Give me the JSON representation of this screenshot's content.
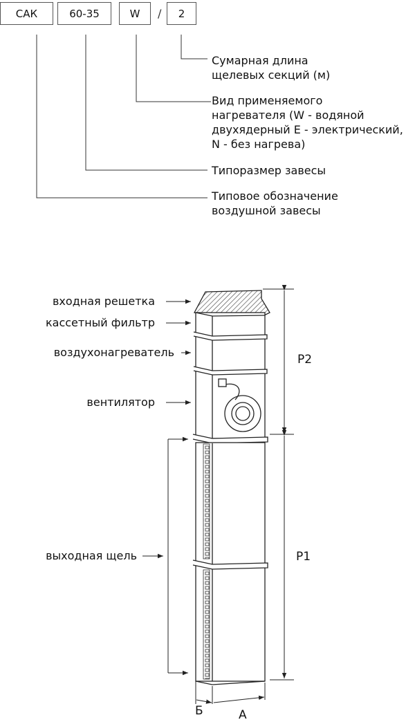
{
  "code": {
    "parts": [
      "САК",
      "60-35",
      "W",
      "2"
    ],
    "separator": "/"
  },
  "descriptions": [
    "Сумарная длина\nщелевых секций (м)",
    "Вид применяемого\nнагревателя (W - водяной\nдвухядерный E - электрический,\nN - без нагрева)",
    "Типоразмер завесы",
    "Типовое обозначение\nвоздушной завесы"
  ],
  "parts": {
    "inlet_grille": "входная решетка",
    "cassette_filter": "кассетный фильтр",
    "air_heater": "воздухонагреватель",
    "fan": "вентилятор",
    "outlet_slot": "выходная щель"
  },
  "dimensions": {
    "p2": "Р2",
    "p1": "Р1",
    "b": "Б",
    "a": "А"
  },
  "colors": {
    "line": "#222222",
    "panel": "#ffffff",
    "hatch": "#555555"
  }
}
